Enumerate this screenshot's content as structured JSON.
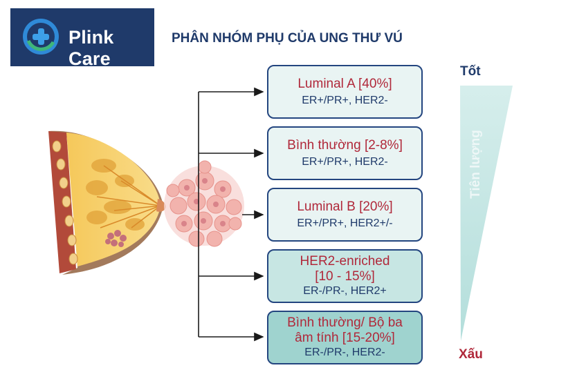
{
  "logo": {
    "text": "Plink Care"
  },
  "title": "PHÂN NHÓM PHỤ CỦA UNG THƯ VÚ",
  "subtypes": [
    {
      "name": "Luminal A [40%]",
      "receptors": "ER+/PR+, HER2-",
      "fill": "#e9f4f3"
    },
    {
      "name": "Bình thường [2-8%]",
      "receptors": "ER+/PR+, HER2-",
      "fill": "#e9f4f3"
    },
    {
      "name": "Luminal B [20%]",
      "receptors": "ER+/PR+, HER2+/-",
      "fill": "#e9f4f3"
    },
    {
      "name": "HER2-enriched [10 - 15%]",
      "receptors": "ER-/PR-, HER2+",
      "fill": "#c7e6e3"
    },
    {
      "name": "Bình thường/ Bộ ba âm tính [15-20%]",
      "receptors": "ER-/PR-, HER2-",
      "fill": "#9fd3cf"
    }
  ],
  "prognosis": {
    "label": "Tiên lượng",
    "good": "Tốt",
    "bad": "Xấu"
  },
  "colors": {
    "navy": "#1f3a6a",
    "red": "#b0283a",
    "teal": "#9fd3cf"
  }
}
